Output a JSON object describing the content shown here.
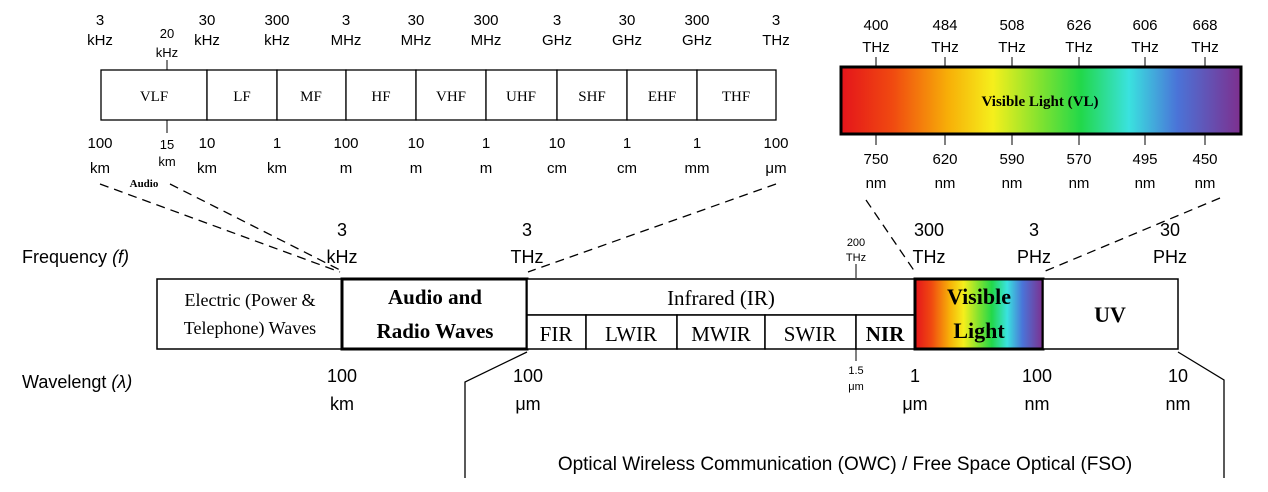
{
  "radio_scale": {
    "freq_labels": [
      {
        "l1": "3",
        "l2": "kHz"
      },
      {
        "l1": "30",
        "l2": "kHz"
      },
      {
        "l1": "300",
        "l2": "kHz"
      },
      {
        "l1": "3",
        "l2": "MHz"
      },
      {
        "l1": "30",
        "l2": "MHz"
      },
      {
        "l1": "300",
        "l2": "MHz"
      },
      {
        "l1": "3",
        "l2": "GHz"
      },
      {
        "l1": "30",
        "l2": "GHz"
      },
      {
        "l1": "300",
        "l2": "GHz"
      },
      {
        "l1": "3",
        "l2": "THz"
      }
    ],
    "audio_freq": {
      "l1": "20",
      "l2": "kHz"
    },
    "bands": [
      "VLF",
      "LF",
      "MF",
      "HF",
      "VHF",
      "UHF",
      "SHF",
      "EHF",
      "THF"
    ],
    "wave_labels": [
      {
        "l1": "100",
        "l2": "km"
      },
      {
        "l1": "10",
        "l2": "km"
      },
      {
        "l1": "1",
        "l2": "km"
      },
      {
        "l1": "100",
        "l2": "m"
      },
      {
        "l1": "10",
        "l2": "m"
      },
      {
        "l1": "1",
        "l2": "m"
      },
      {
        "l1": "10",
        "l2": "cm"
      },
      {
        "l1": "1",
        "l2": "cm"
      },
      {
        "l1": "1",
        "l2": "mm"
      },
      {
        "l1": "100",
        "l2": "μm"
      }
    ],
    "audio_wave": {
      "l1": "15",
      "l2": "km"
    },
    "audio_label": "Audio"
  },
  "visible_scale": {
    "freq_labels": [
      {
        "l1": "400",
        "l2": "THz"
      },
      {
        "l1": "484",
        "l2": "THz"
      },
      {
        "l1": "508",
        "l2": "THz"
      },
      {
        "l1": "626",
        "l2": "THz"
      },
      {
        "l1": "606",
        "l2": "THz"
      },
      {
        "l1": "668",
        "l2": "THz"
      }
    ],
    "bar_label": "Visible Light (VL)",
    "wave_labels": [
      {
        "l1": "750",
        "l2": "nm"
      },
      {
        "l1": "620",
        "l2": "nm"
      },
      {
        "l1": "590",
        "l2": "nm"
      },
      {
        "l1": "570",
        "l2": "nm"
      },
      {
        "l1": "495",
        "l2": "nm"
      },
      {
        "l1": "450",
        "l2": "nm"
      }
    ]
  },
  "main_scale": {
    "frequency_label": "Frequency",
    "frequency_symbol": "(f)",
    "wavelength_label": "Wavelengt",
    "wavelength_symbol": "(λ)",
    "freq_labels": [
      {
        "l1": "3",
        "l2": "kHz"
      },
      {
        "l1": "3",
        "l2": "THz"
      },
      {
        "l1": "300",
        "l2": "THz"
      },
      {
        "l1": "3",
        "l2": "PHz"
      },
      {
        "l1": "30",
        "l2": "PHz"
      }
    ],
    "small_freq": {
      "l1": "200",
      "l2": "THz"
    },
    "wave_labels": [
      {
        "l1": "100",
        "l2": "km"
      },
      {
        "l1": "100",
        "l2": "μm"
      },
      {
        "l1": "1",
        "l2": "μm"
      },
      {
        "l1": "100",
        "l2": "nm"
      },
      {
        "l1": "10",
        "l2": "nm"
      }
    ],
    "small_wave": {
      "l1": "1.5",
      "l2": "μm"
    },
    "electric": {
      "l1": "Electric (Power &",
      "l2": "Telephone) Waves"
    },
    "radio": {
      "l1": "Audio and",
      "l2": "Radio Waves"
    },
    "infrared": "Infrared (IR)",
    "ir_subbands": [
      "FIR",
      "LWIR",
      "MWIR",
      "SWIR",
      "NIR"
    ],
    "visible": {
      "l1": "Visible",
      "l2": "Light"
    },
    "uv": "UV"
  },
  "owc_label": "Optical Wireless Communication (OWC) / Free Space Optical (FSO)"
}
